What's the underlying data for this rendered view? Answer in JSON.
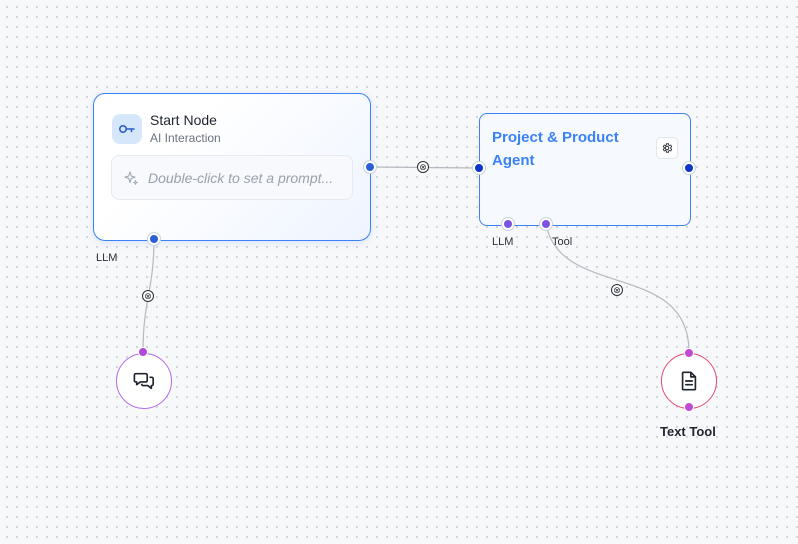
{
  "canvas": {
    "background": "#f7f8fa",
    "dot_color": "#c9ccd3",
    "accent": "#3b82f6"
  },
  "start_node": {
    "icon": "key-icon",
    "title": "Start Node",
    "subtitle": "AI Interaction",
    "prompt_icon": "sparkles-icon",
    "prompt_placeholder": "Double-click to set a prompt..."
  },
  "agent_node": {
    "title": "Project & Product Agent",
    "settings_icon": "gear-icon",
    "ports": {
      "llm": "LLM",
      "tool": "Tool"
    }
  },
  "start_ports": {
    "llm": "LLM"
  },
  "chat_node": {
    "icon": "chat-bubbles-icon",
    "border_color": "#b06ae8"
  },
  "text_tool_node": {
    "icon": "document-icon",
    "caption": "Text Tool",
    "border_color": "#e34a6f"
  },
  "edges": {
    "delete_glyph": "⊗",
    "stroke": "#b6b9c0"
  }
}
